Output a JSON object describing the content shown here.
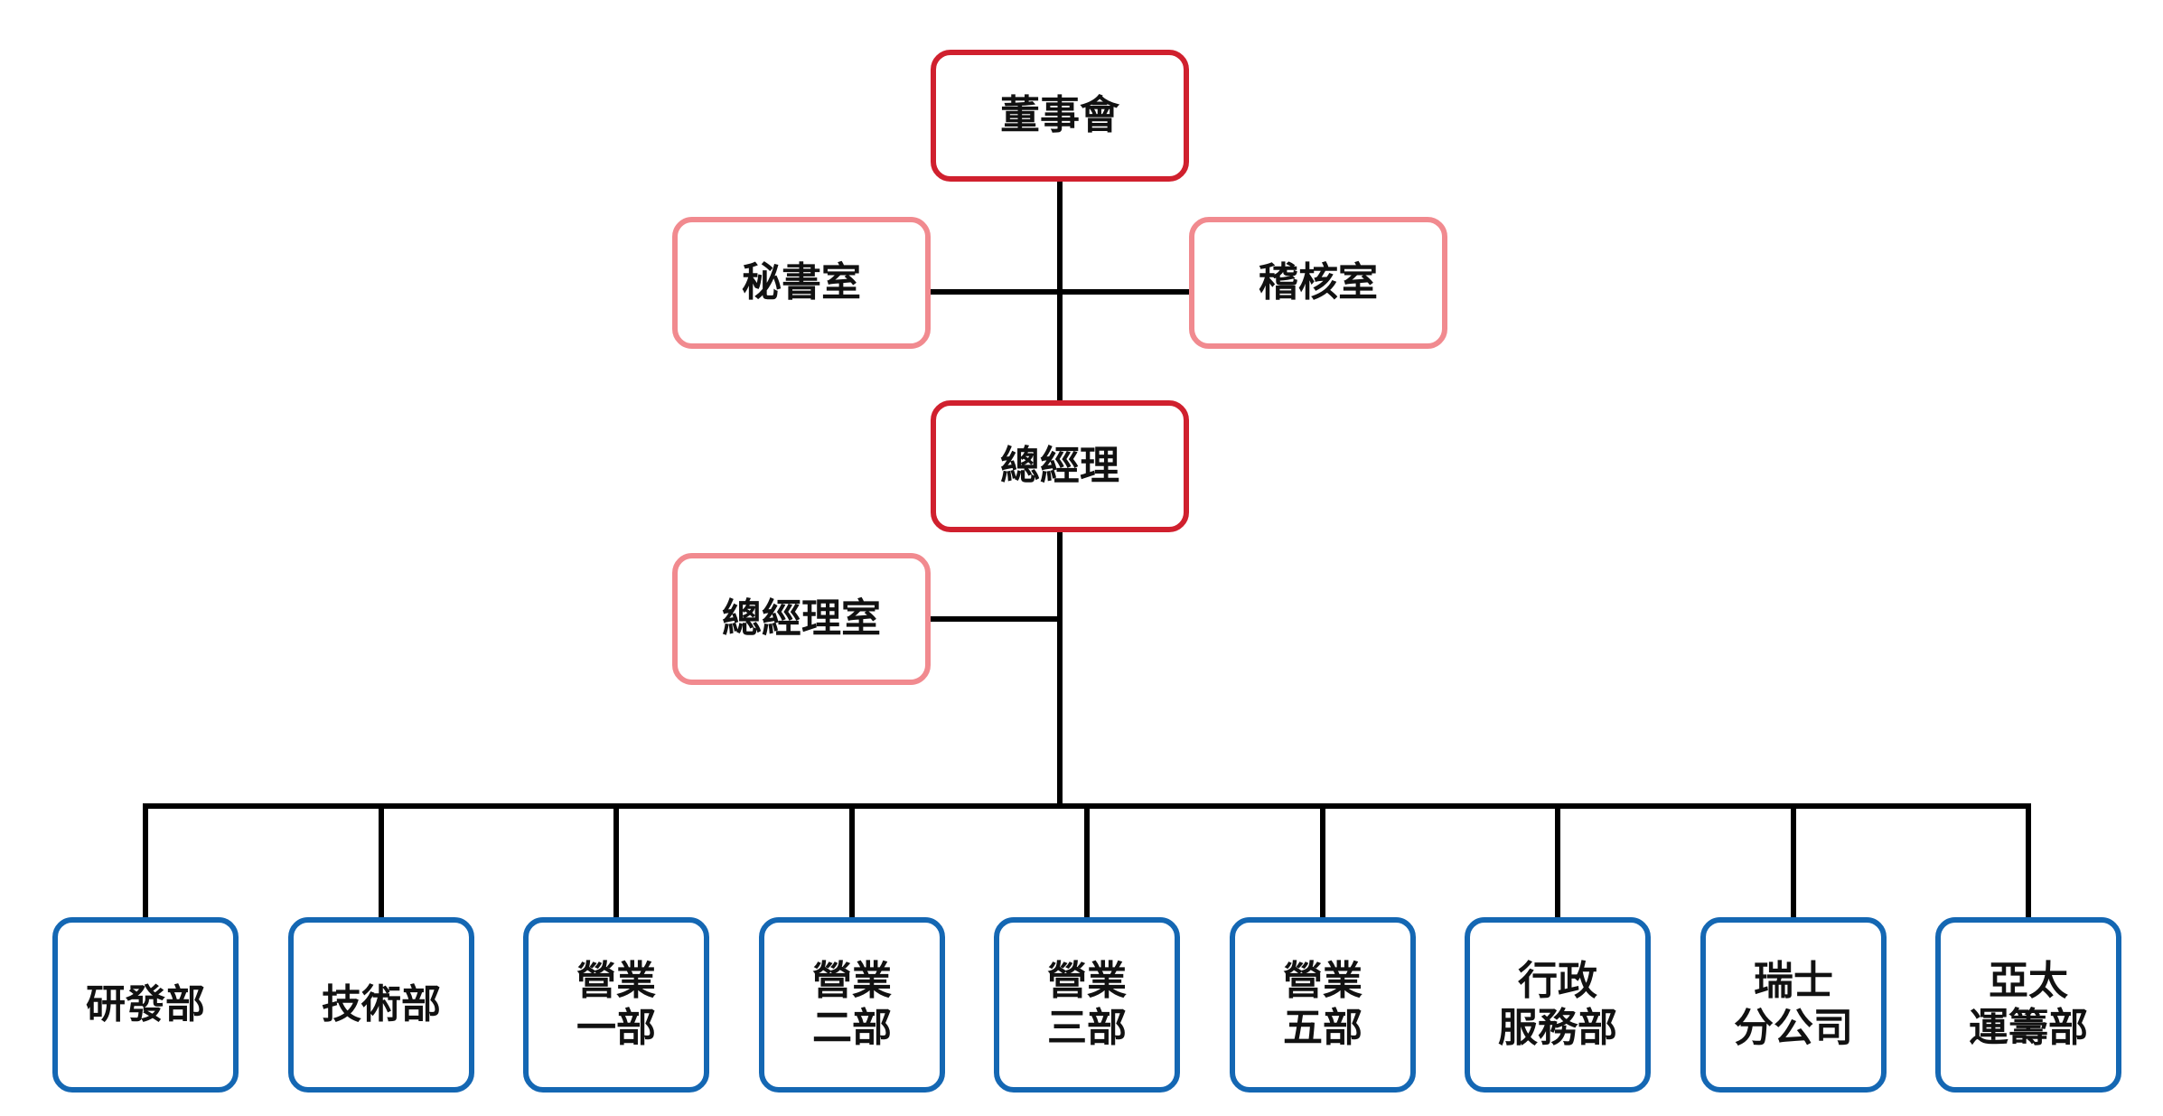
{
  "colors": {
    "line": "#000000",
    "executive_border": "#d0202e",
    "staff_border": "#f18a8f",
    "department_border": "#1467b3"
  },
  "board": {
    "label": "董事會"
  },
  "secretary_office": {
    "label": "秘書室"
  },
  "audit_office": {
    "label": "稽核室"
  },
  "general_manager": {
    "label": "總經理"
  },
  "gm_office": {
    "label": "總經理室"
  },
  "departments": [
    {
      "lines": [
        "研發部"
      ]
    },
    {
      "lines": [
        "技術部"
      ]
    },
    {
      "lines": [
        "營業",
        "一部"
      ]
    },
    {
      "lines": [
        "營業",
        "二部"
      ]
    },
    {
      "lines": [
        "營業",
        "三部"
      ]
    },
    {
      "lines": [
        "營業",
        "五部"
      ]
    },
    {
      "lines": [
        "行政",
        "服務部"
      ]
    },
    {
      "lines": [
        "瑞士",
        "分公司"
      ]
    },
    {
      "lines": [
        "亞太",
        "運籌部"
      ]
    }
  ]
}
